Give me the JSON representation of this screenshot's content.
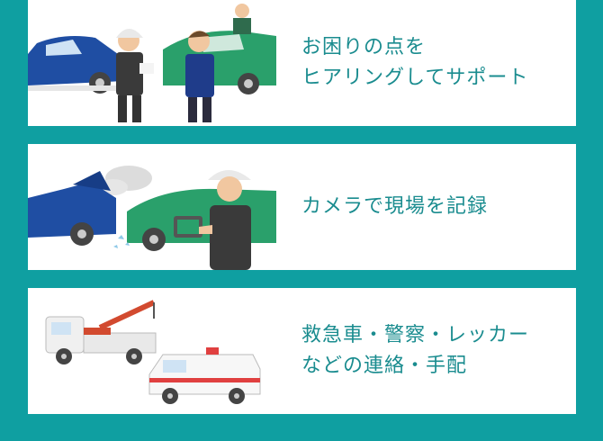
{
  "steps": [
    {
      "lines": [
        "お困りの点を",
        "ヒアリングしてサポート"
      ],
      "illustration": "staff-listening-to-driver-after-car-collision"
    },
    {
      "lines": [
        "カメラで現場を記録"
      ],
      "illustration": "staff-photographing-accident-scene"
    },
    {
      "lines": [
        "救急車・警察・レッカー",
        "などの連絡・手配"
      ],
      "illustration": "tow-truck-and-ambulance"
    }
  ],
  "colors": {
    "background": "#0f9fa1",
    "text": "#1a8c8f",
    "card": "#ffffff"
  }
}
